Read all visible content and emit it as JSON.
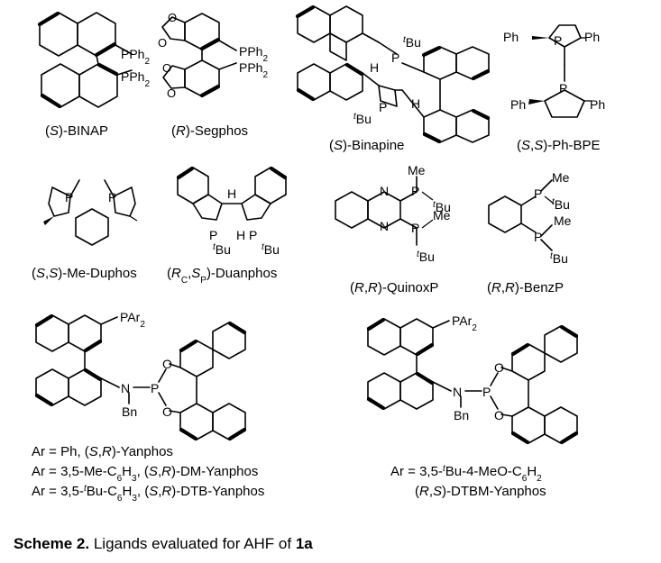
{
  "caption": {
    "label": "Scheme 2.",
    "text": "Ligands evaluated for AHF of",
    "compound": "1a"
  },
  "atoms": {
    "pph2": "PPh",
    "sub2": "2",
    "p": "P",
    "h": "H",
    "tbu_sup": "t",
    "tbu": "Bu",
    "ph": "Ph",
    "me": "Me",
    "n": "N",
    "o": "O",
    "bn": "Bn",
    "par2": "PAr"
  },
  "ligands": [
    {
      "id": "binap",
      "p1": "(",
      "stereo": "S",
      "p2": ")-BINAP"
    },
    {
      "id": "segphos",
      "p1": "(",
      "stereo": "R",
      "p2": ")-Segphos"
    },
    {
      "id": "binapine",
      "p1": "(",
      "stereo": "S",
      "p2": ")-Binapine"
    },
    {
      "id": "ph-bpe",
      "p1": "(",
      "stereo": "S",
      "mid": ",",
      "stereo2": "S",
      "p2": ")-Ph-BPE"
    },
    {
      "id": "me-duphos",
      "p1": "(",
      "stereo": "S",
      "mid": ",",
      "stereo2": "S",
      "p2": ")-Me-Duphos"
    },
    {
      "id": "duanphos",
      "p1": "(",
      "stereo": "R",
      "sub1": "C",
      "mid": ",",
      "stereo2": "S",
      "sub2": "P",
      "p2": ")-Duanphos"
    },
    {
      "id": "quinoxp",
      "p1": "(",
      "stereo": "R",
      "mid": ",",
      "stereo2": "R",
      "p2": ")-QuinoxP"
    },
    {
      "id": "benzp",
      "p1": "(",
      "stereo": "R",
      "mid": ",",
      "stereo2": "R",
      "p2": ")-BenzP"
    }
  ],
  "yanphos": {
    "line1": {
      "a": "Ar = Ph, (",
      "s1": "S",
      "c": ",",
      "s2": "R",
      "b": ")-Yanphos"
    },
    "line2": {
      "a": "Ar = 3,5-Me-C",
      "sub1": "6",
      "h": "H",
      "sub2": "3",
      "b": ", (",
      "s1": "S",
      "c": ",",
      "s2": "R",
      "d": ")-DM-Yanphos"
    },
    "line3": {
      "a": "Ar = 3,5-",
      "t": "t",
      "bu": "Bu-C",
      "sub1": "6",
      "h": "H",
      "sub2": "3",
      "b": ", (",
      "s1": "S",
      "c": ",",
      "s2": "R",
      "d": ")-DTB-Yanphos"
    }
  },
  "dtbm": {
    "line1": {
      "a": "Ar = 3,5-",
      "t": "t",
      "bu": "Bu-4-MeO-C",
      "sub1": "6",
      "h": "H",
      "sub2": "2"
    },
    "line2": {
      "p1": "(",
      "s1": "R",
      "c": ",",
      "s2": "S",
      "p2": ")-DTBM-Yanphos"
    }
  }
}
